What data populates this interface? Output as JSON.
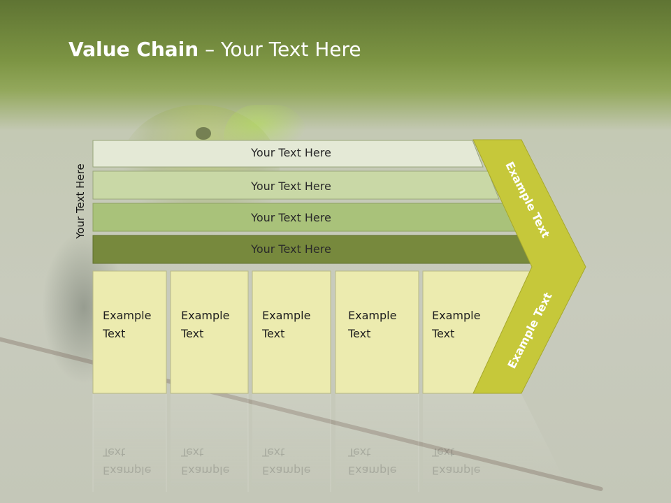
{
  "slide": {
    "title_bold": "Value Chain",
    "title_rest": " – Your Text Here",
    "side_label": "Your Text Here"
  },
  "bars": [
    {
      "label": "Your Text Here"
    },
    {
      "label": "Your Text Here"
    },
    {
      "label": "Your Text Here"
    },
    {
      "label": "Your Text Here"
    }
  ],
  "boxes": [
    {
      "line1": "Example",
      "line2": "Text"
    },
    {
      "line1": "Example",
      "line2": "Text"
    },
    {
      "line1": "Example",
      "line2": "Text"
    },
    {
      "line1": "Example",
      "line2": "Text"
    },
    {
      "line1": "Example",
      "line2": "Text"
    }
  ],
  "arrow": {
    "upper": "Example Text",
    "lower": "Example Text"
  },
  "colors": {
    "bar1": "#e4e9d6",
    "bar2": "#c9d8a6",
    "bar3": "#a9c27a",
    "bar4": "#77893d",
    "box": "#ecebaf",
    "chevron": "#c6c83a"
  }
}
